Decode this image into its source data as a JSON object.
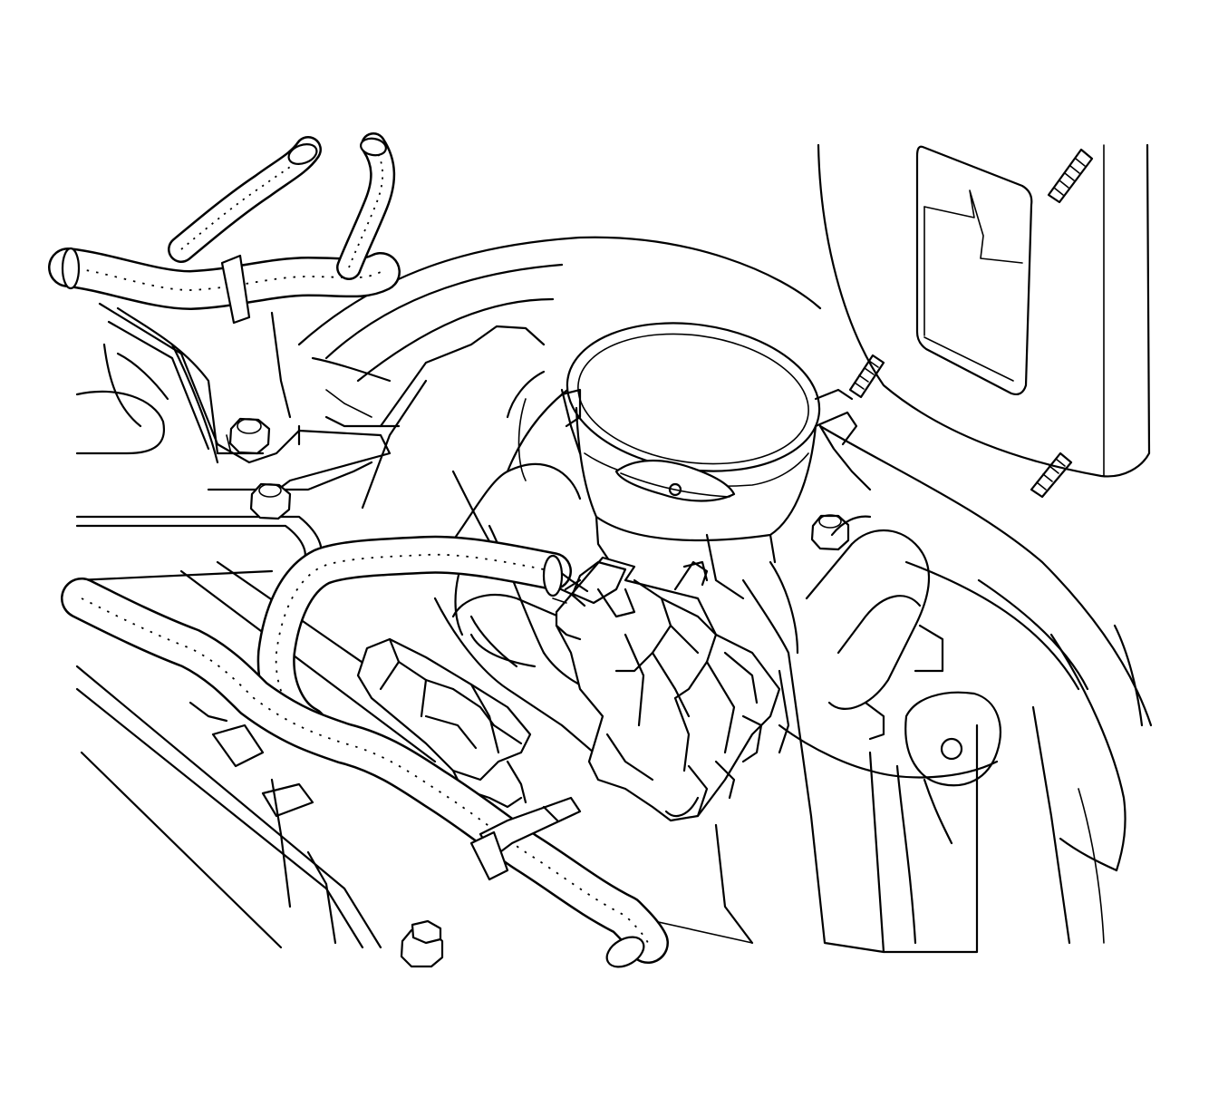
{
  "illustration": {
    "style": "black line-art, white background",
    "subject_icon": "throttle-body-icon",
    "parts": [
      {
        "name": "throttle-body",
        "icon": "throttle-body-icon"
      },
      {
        "name": "throttle-bore",
        "icon": "bore-ring-icon"
      },
      {
        "name": "throttle-plate",
        "icon": "valve-plate-icon"
      },
      {
        "name": "electrical-connector",
        "icon": "connector-icon"
      },
      {
        "name": "wiring-harness",
        "icon": "corrugated-conduit-icon"
      },
      {
        "name": "intake-manifold",
        "icon": "manifold-icon"
      },
      {
        "name": "mounting-bracket",
        "icon": "bracket-icon"
      },
      {
        "name": "nuts",
        "icon": "nut-icon",
        "count": 4
      },
      {
        "name": "studs",
        "icon": "stud-icon",
        "count": 3
      },
      {
        "name": "engine-cover-panel",
        "icon": "panel-icon"
      }
    ],
    "colors": {
      "line": "#000000",
      "background": "#ffffff"
    }
  }
}
